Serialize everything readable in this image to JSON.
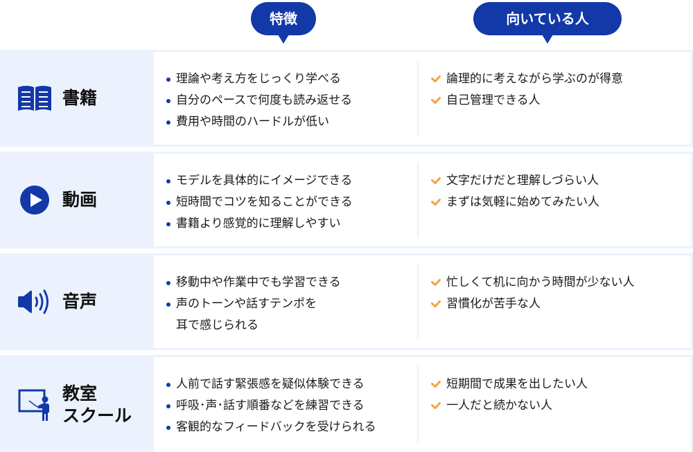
{
  "header": {
    "features_label": "特徴",
    "suited_label": "向いている人"
  },
  "colors": {
    "accent_blue": "#1339a8",
    "row_bg": "#ebf2fd",
    "check_orange": "#f3a33b"
  },
  "rows": [
    {
      "category": "書籍",
      "icon": "book-icon",
      "features": [
        "理論や考え方をじっくり学べる",
        "自分のペースで何度も読み返せる",
        "費用や時間のハードルが低い"
      ],
      "suited": [
        "論理的に考えながら学ぶのが得意",
        "自己管理できる人"
      ]
    },
    {
      "category": "動画",
      "icon": "play-icon",
      "features": [
        "モデルを具体的にイメージできる",
        "短時間でコツを知ることができる",
        "書籍より感覚的に理解しやすい"
      ],
      "suited": [
        "文字だけだと理解しづらい人",
        "まずは気軽に始めてみたい人"
      ]
    },
    {
      "category": "音声",
      "icon": "speaker-icon",
      "features": [
        "移動中や作業中でも学習できる",
        "声のトーンや話すテンポを\n耳で感じられる"
      ],
      "suited": [
        "忙しくて机に向かう時間が少ない人",
        "習慣化が苦手な人"
      ]
    },
    {
      "category_line1": "教室",
      "category_line2": "スクール",
      "icon": "teacher-icon",
      "features": [
        "人前で話す緊張感を疑似体験できる",
        "呼吸･声･話す順番などを練習できる",
        "客観的なフィードバックを受けられる"
      ],
      "suited": [
        "短期間で成果を出したい人",
        "一人だと続かない人"
      ]
    }
  ]
}
